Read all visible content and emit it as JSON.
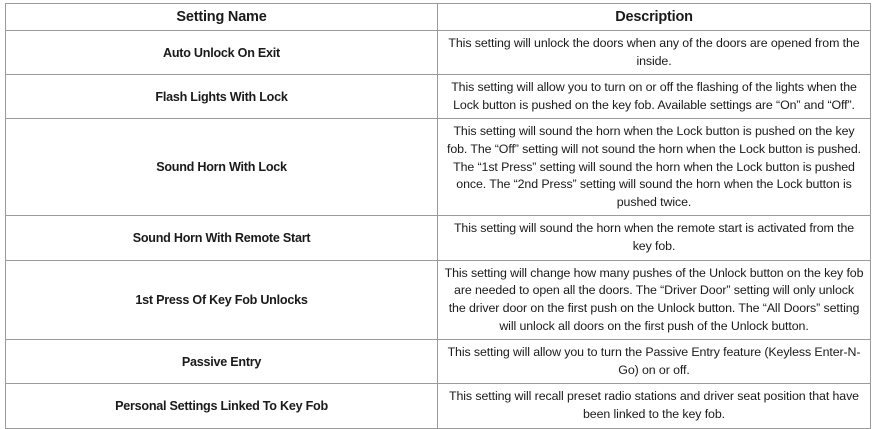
{
  "table": {
    "headers": {
      "setting_name": "Setting Name",
      "description": "Description"
    },
    "border_color": "#9b9b9b",
    "text_color": "#1a1a1a",
    "rows": [
      {
        "name": "Auto Unlock On Exit",
        "description": "This setting will unlock the doors when any of the doors are opened from the inside."
      },
      {
        "name": "Flash Lights With Lock",
        "description": "This setting will allow you to turn on or off the flashing of the lights when the Lock button is pushed on the key fob. Available settings are “On” and “Off”."
      },
      {
        "name": "Sound Horn With Lock",
        "description": "This setting will sound the horn when the Lock button is pushed on the key fob. The “Off” setting will not sound the horn when the Lock button is pushed. The “1st Press” setting will sound the horn when the Lock button is pushed once. The “2nd Press” setting will sound the horn when the Lock button is pushed twice."
      },
      {
        "name": "Sound Horn With Remote Start",
        "description": "This setting will sound the horn when the remote start is activated from the key fob."
      },
      {
        "name": "1st Press Of Key Fob Unlocks",
        "description": "This setting will change how many pushes of the Unlock button on the key fob are needed to open all the doors. The “Driver Door” setting will only unlock the driver door on the first push on the Unlock button. The “All Doors” setting will unlock all doors on the first push of the Unlock button."
      },
      {
        "name": "Passive Entry",
        "description": "This setting will allow you to turn the Passive Entry feature (Keyless Enter-N-Go) on or off."
      },
      {
        "name": "Personal Settings Linked To Key Fob",
        "description": "This setting will recall preset radio stations and driver seat position that have been linked to the key fob."
      }
    ]
  }
}
